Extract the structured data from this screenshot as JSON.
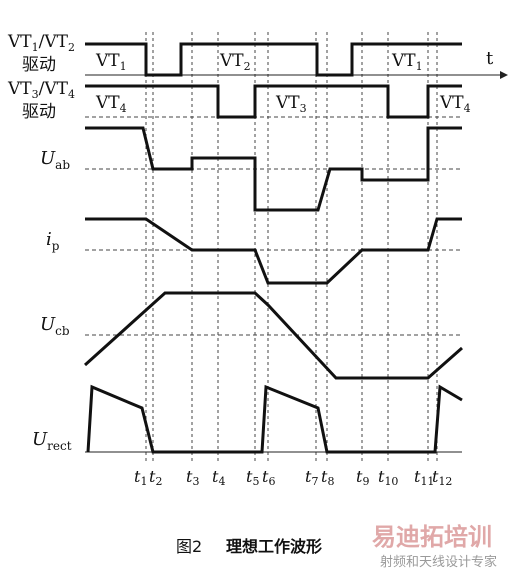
{
  "signals": {
    "drive12": {
      "label_a": "VT",
      "sub_a": "1",
      "slash": "/",
      "label_b": "VT",
      "sub_b": "2",
      "label_c": "驱动"
    },
    "drive34": {
      "label_a": "VT",
      "sub_a": "3",
      "slash": "/",
      "label_b": "VT",
      "sub_b": "4",
      "label_c": "驱动"
    },
    "uab": {
      "main": "U",
      "sub": "ab"
    },
    "ip": {
      "main": "i",
      "sub": "p"
    },
    "ucb": {
      "main": "U",
      "sub": "cb"
    },
    "urect": {
      "main": "U",
      "sub": "rect"
    }
  },
  "axis_label": "t",
  "segment_labels": {
    "row1": [
      {
        "main": "VT",
        "sub": "1"
      },
      {
        "main": "VT",
        "sub": "2"
      },
      {
        "main": "VT",
        "sub": "1"
      }
    ],
    "row2": [
      {
        "main": "VT",
        "sub": "4"
      },
      {
        "main": "VT",
        "sub": "3"
      },
      {
        "main": "VT",
        "sub": "4"
      }
    ]
  },
  "time_ticks": [
    {
      "main": "t",
      "sub": "1"
    },
    {
      "main": "t",
      "sub": "2"
    },
    {
      "main": "t",
      "sub": "3"
    },
    {
      "main": "t",
      "sub": "4"
    },
    {
      "main": "t",
      "sub": "5"
    },
    {
      "main": "t",
      "sub": "6"
    },
    {
      "main": "t",
      "sub": "7"
    },
    {
      "main": "t",
      "sub": "8"
    },
    {
      "main": "t",
      "sub": "9"
    },
    {
      "main": "t",
      "sub": "10"
    },
    {
      "main": "t",
      "sub": "11"
    },
    {
      "main": "t",
      "sub": "12"
    }
  ],
  "caption": {
    "fig": "图2",
    "title": "理想工作波形"
  },
  "watermark": {
    "main": "易迪拓培训",
    "sub": "射频和天线设计专家"
  }
}
